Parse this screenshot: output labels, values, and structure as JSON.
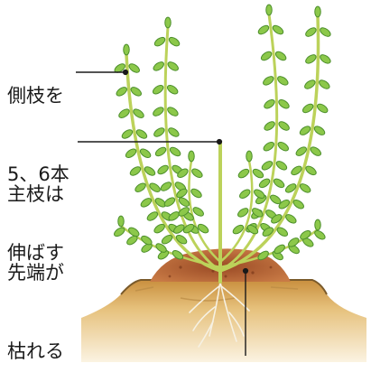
{
  "labels": {
    "side_branches": [
      "側枝を",
      "5、6本",
      "伸ばす"
    ],
    "main_branch": [
      "主枝は",
      "先端が",
      "枯れる"
    ]
  },
  "colors": {
    "stem": "#bcd25a",
    "stem_dark": "#9fbf45",
    "leaf": "#8cc84a",
    "leaf_edge": "#4d8f2c",
    "soil": "#c88d3c",
    "soil_dark": "#7a5a2a",
    "mulch": "#b3592e",
    "root": "#f4efe0"
  },
  "icons": [
    "plant-illustration",
    "soil-mound",
    "root-system"
  ]
}
